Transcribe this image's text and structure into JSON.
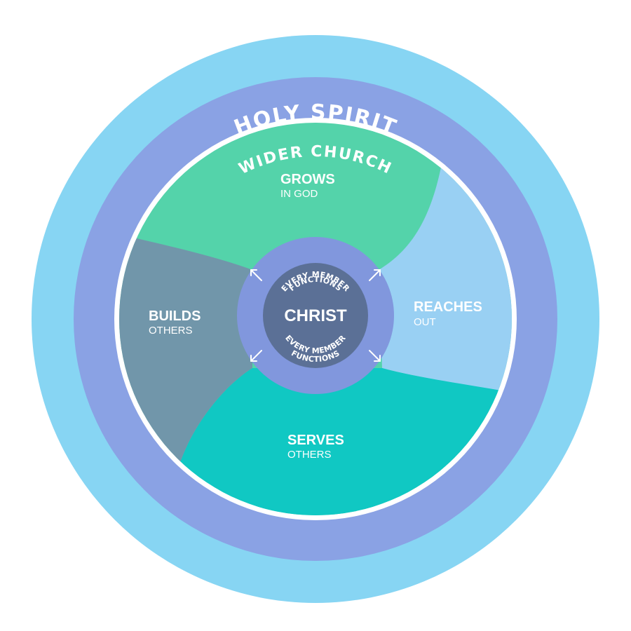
{
  "rings": {
    "outer_label": "HOLY SPIRIT",
    "middle_label": "WIDER CHURCH"
  },
  "segments": {
    "grows": {
      "title": "GROWS",
      "subtitle": "IN GOD"
    },
    "reaches": {
      "title": "REACHES",
      "subtitle": "OUT"
    },
    "serves": {
      "title": "SERVES",
      "subtitle": "OTHERS"
    },
    "builds": {
      "title": "BUILDS",
      "subtitle": "OTHERS"
    }
  },
  "center": {
    "label": "CHRIST",
    "top_line1": "EVERY MEMBER",
    "top_line2": "FUNCTIONS",
    "bottom_line1": "EVERY MEMBER",
    "bottom_line2": "FUNCTIONS"
  },
  "colors": {
    "outer_ring": "#87d5f3",
    "middle_ring": "#8aa2e4",
    "grows": "#54d3aa",
    "reaches": "#99d0f3",
    "serves": "#10c8c3",
    "builds": "#7196aa",
    "center_ring": "#8197dd",
    "center": "#5b7096"
  },
  "icons": [
    "arrow-up-left-icon",
    "arrow-up-right-icon",
    "arrow-down-left-icon",
    "arrow-down-right-icon"
  ]
}
